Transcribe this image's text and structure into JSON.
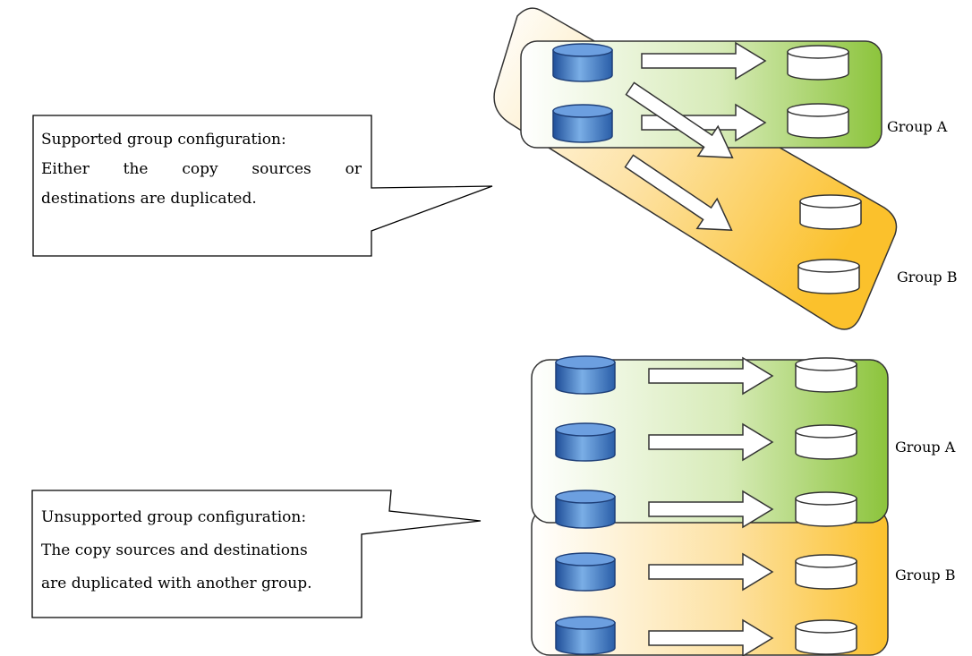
{
  "supported": {
    "lines": [
      "Supported group configuration:",
      "Either  the  copy  sources  or",
      "destinations are duplicated."
    ],
    "line2_words": [
      "Either",
      "the",
      "copy",
      "sources",
      "or"
    ],
    "group_a": "Group A",
    "group_b": "Group B"
  },
  "unsupported": {
    "lines": [
      "Unsupported group configuration:",
      "The copy sources and destinations",
      "are duplicated with another group."
    ],
    "group_a": "Group A",
    "group_b": "Group B"
  },
  "colors": {
    "group_a": "#8cc43c",
    "group_b": "#fbc12c",
    "source_volume": "#3a6db5",
    "destination_volume": "#ffffff"
  },
  "icons": {
    "source": "source-volume-icon",
    "destination": "destination-volume-icon",
    "copy": "copy-arrow-icon"
  }
}
